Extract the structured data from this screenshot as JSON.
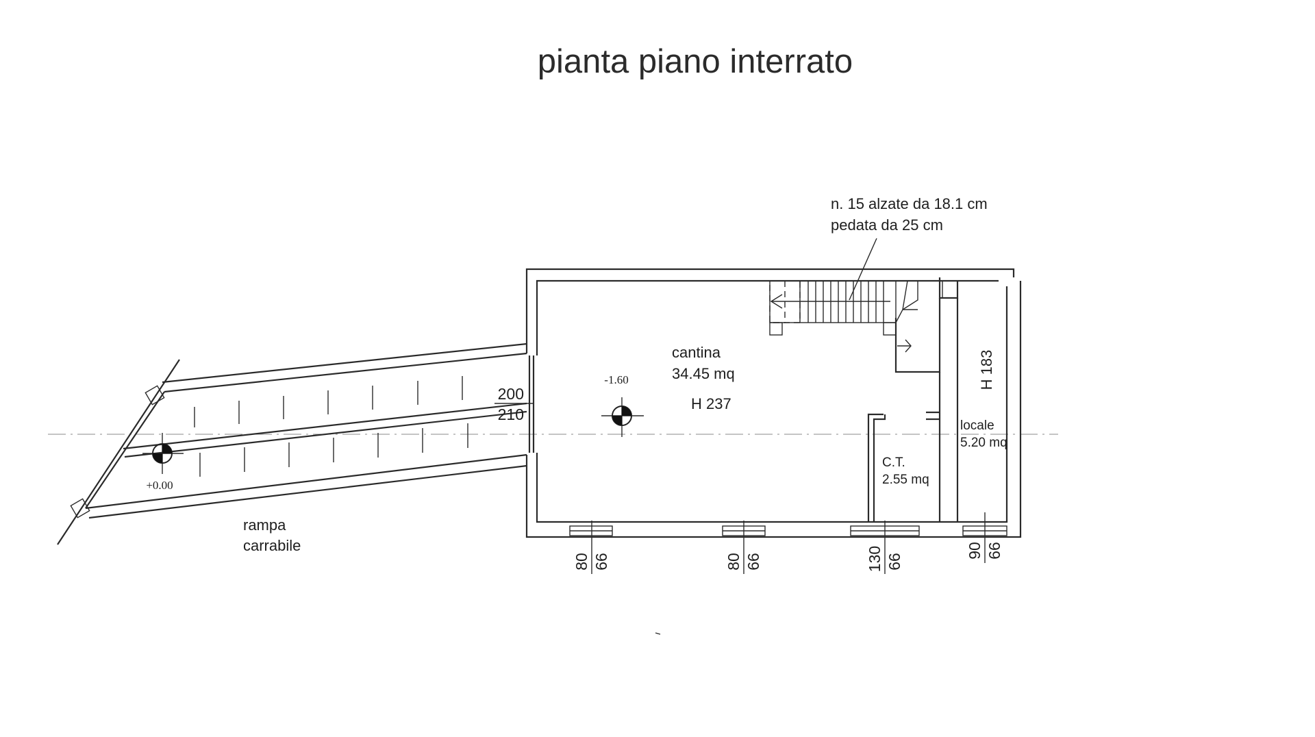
{
  "title": "pianta piano interrato",
  "stairs_note": {
    "line1": "n. 15 alzate da 18.1 cm",
    "line2": "pedata da 25 cm"
  },
  "rooms": {
    "cantina": {
      "name": "cantina",
      "area": "34.45 mq",
      "height": "H 237"
    },
    "ct": {
      "name": "C.T.",
      "area": "2.55 mq"
    },
    "locale": {
      "name": "locale",
      "area": "5.20 mq",
      "height": "H 183"
    }
  },
  "ramp": {
    "line1": "rampa",
    "line2": "carrabile"
  },
  "levels": {
    "cantina": "-1.60",
    "ramp": "+0.00"
  },
  "opening_dims": {
    "top": "200",
    "bottom": "210"
  },
  "windows": [
    {
      "width": "80",
      "height": "66"
    },
    {
      "width": "80",
      "height": "66"
    },
    {
      "width": "130",
      "height": "66"
    },
    {
      "width": "90",
      "height": "66"
    }
  ]
}
